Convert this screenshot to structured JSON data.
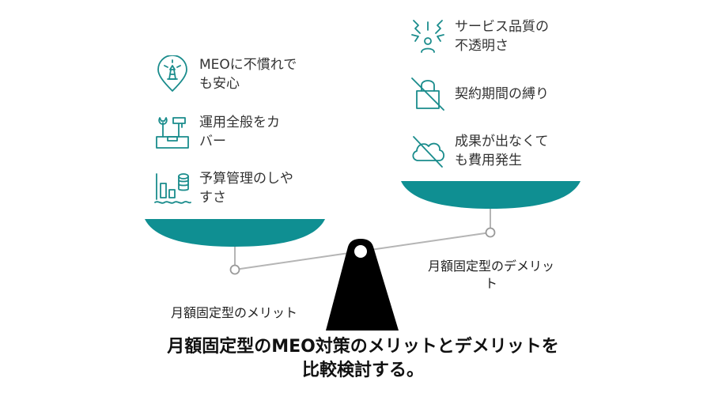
{
  "colors": {
    "teal": "#0f8f92",
    "beam": "#b5b5b5",
    "fulcrum": "#000000",
    "icon": "#1a8c8c"
  },
  "merits": {
    "label": "月額固定型のメリット",
    "items": [
      {
        "icon": "map-pin-lighthouse-icon",
        "text": "MEOに不慣れで\nも安心"
      },
      {
        "icon": "toolbox-tools-icon",
        "text": "運用全般をカ\nバー"
      },
      {
        "icon": "budget-chart-coins-icon",
        "text": "予算管理のしや\nすさ"
      }
    ]
  },
  "demerits": {
    "label": "月額固定型のデメリッ\nト",
    "items": [
      {
        "icon": "service-opacity-person-icon",
        "text": "サービス品質の\n不透明さ"
      },
      {
        "icon": "lock-crossed-icon",
        "text": "契約期間の縛り"
      },
      {
        "icon": "cloud-crossed-icon",
        "text": "成果が出なくて\nも費用発生"
      }
    ]
  },
  "title": "月額固定型のMEO対策のメリットとデメリットを\n比較検討する。"
}
